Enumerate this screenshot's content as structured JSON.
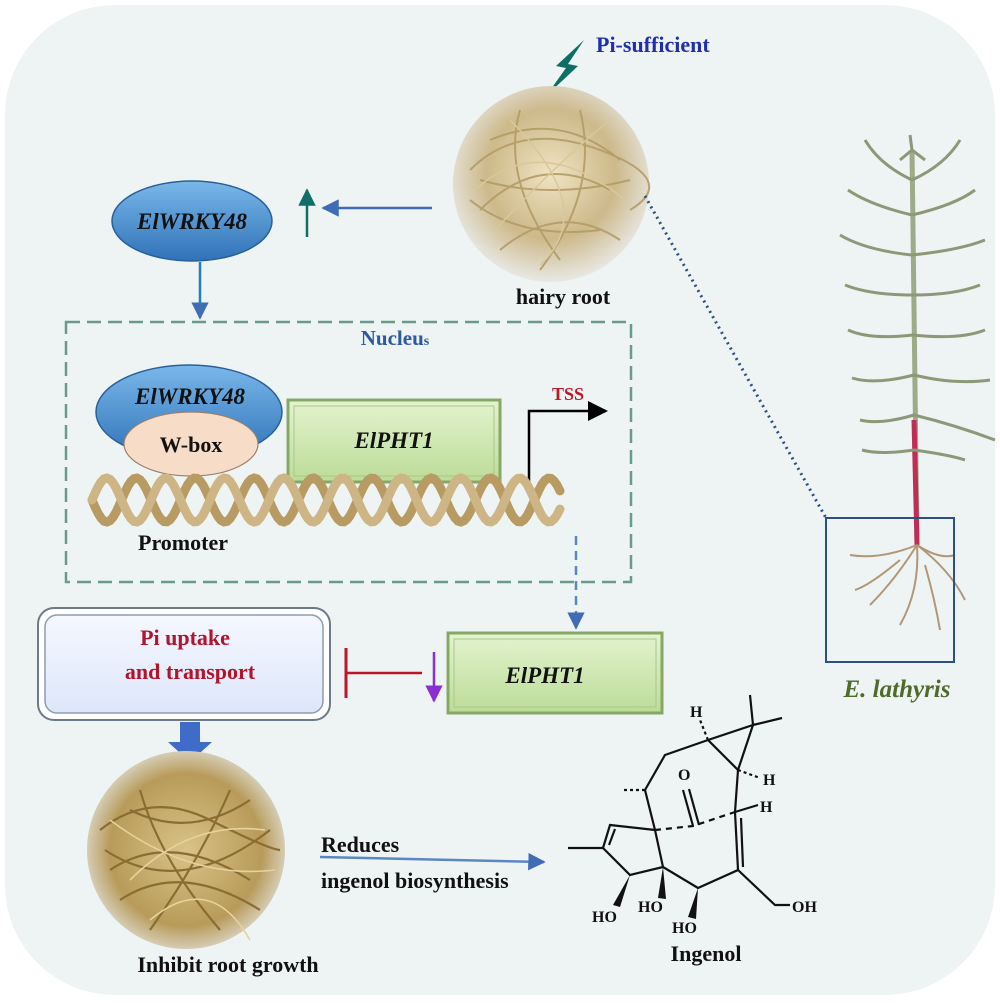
{
  "labels": {
    "pi_sufficient": "Pi-sufficient",
    "hairy_root": "hairy root",
    "wrky_top": "ElWRKY48",
    "nucleus": "Nucleu",
    "nucleus_s": "s",
    "wrky_inner": "ElWRKY48",
    "wbox": "W-box",
    "pht1_inner": "ElPHT1",
    "tss": "TSS",
    "promoter": "Promoter",
    "pi_uptake_line1": "Pi uptake",
    "pi_uptake_line2": "and transport",
    "pht1_lower": "ElPHT1",
    "species": "E. lathyris",
    "reduces_line1": "Reduces",
    "reduces_line2": "ingenol biosynthesis",
    "inhibit": "Inhibit root growth",
    "ingenol": "Ingenol",
    "atom_h": "H",
    "atom_o": "O",
    "atom_ho": "HO",
    "atom_oh": "OH"
  },
  "colors": {
    "background": "#eef4f3",
    "title_blue": "#1f2fb0",
    "teal": "#0f6e68",
    "arrow_blue": "#3f6cb4",
    "ellipse_blue": "#4f97d6",
    "wbox_fill": "#f7dcc8",
    "green_box": "#cfe8b0",
    "green_border": "#86a867",
    "red": "#c0142a",
    "purple": "#8a2fd2",
    "dna": "#b89a63",
    "species_green": "#4e6b2a",
    "nucleus_border": "#6a9a8c",
    "nucleus_text": "#2b5aa0"
  }
}
